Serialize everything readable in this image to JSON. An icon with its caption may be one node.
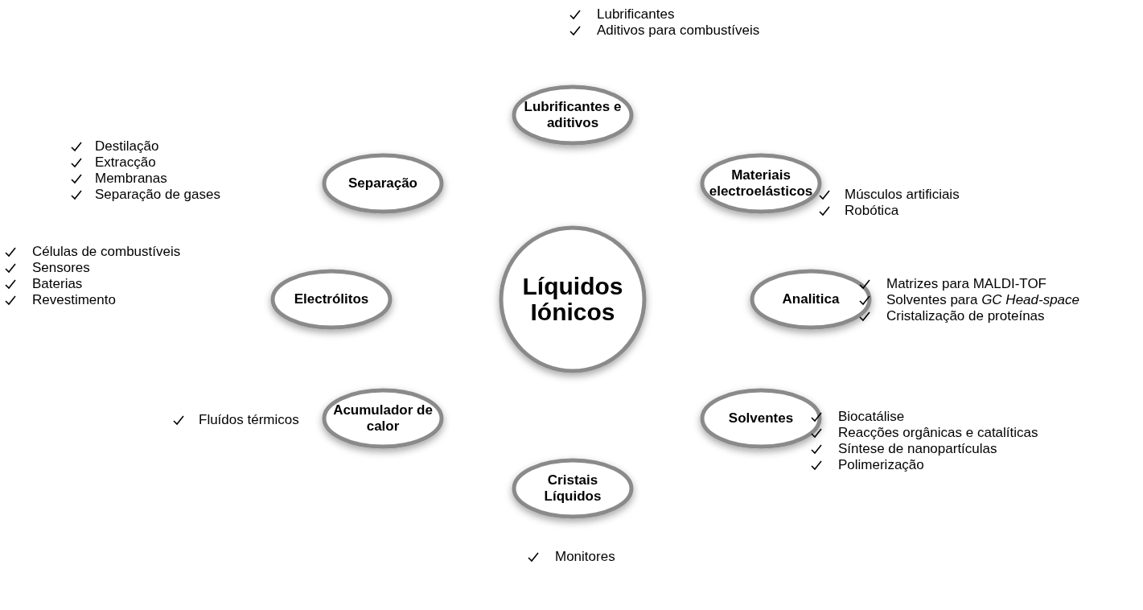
{
  "diagram": {
    "nodes": [
      {
        "text": [
          "Líquidos Iónicos"
        ]
      },
      {
        "text": [
          "Lubrificantes e aditivos"
        ],
        "beside": [
          "Lubrificantes",
          "Aditivos para combustíveis"
        ]
      },
      {
        "text": [
          "Separação"
        ],
        "beside": [
          "Destilação",
          "Extracção",
          "Membranas",
          "Separação de gases"
        ]
      },
      {
        "text": [
          "Materiais electroelásticos"
        ],
        "beside": [
          "Músculos artificiais",
          "Robótica"
        ]
      },
      {
        "text": [
          "Electrólitos"
        ],
        "beside": [
          "Células de combustíveis",
          "Sensores",
          "Baterias",
          "Revestimento"
        ]
      },
      {
        "text": [
          "Analitica"
        ],
        "beside": [
          "Matrizes para MALDI-TOF",
          "Solventes para *GC Head-space*",
          "Cristalização de proteínas"
        ]
      },
      {
        "text": [
          "Acumulador de calor"
        ],
        "beside": [
          "Fluídos térmicos"
        ]
      },
      {
        "text": [
          "Solventes"
        ],
        "beside": [
          "Biocatálise",
          "Reacções orgânicas e catalíticas",
          "Síntese de nanopartículas",
          "Polimerização"
        ]
      },
      {
        "text": [
          "Cristais Líquidos"
        ],
        "beside": [
          "Monitores"
        ]
      }
    ],
    "edges": []
  }
}
